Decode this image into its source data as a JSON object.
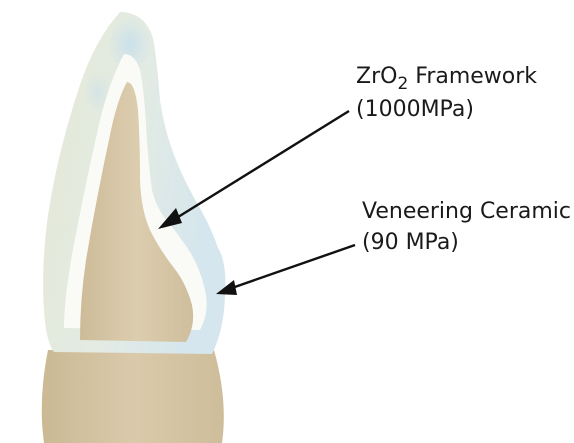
{
  "framework_label": {
    "prefix": "ZrO",
    "subscript": "2",
    "suffix": " Framework",
    "strength": "(1000MPa)"
  },
  "veneer_label": {
    "name": "Veneering Ceramic",
    "strength": "(90 MPa)"
  },
  "colors": {
    "veneer": "#e6ecdc",
    "veneer_blue_tint": "#cfe2ec",
    "framework": "#fafbf7",
    "dentin_core": "#d6c5a4",
    "root": "#d4c3a1",
    "arrow": "#111111",
    "text": "#1a1a1a"
  }
}
